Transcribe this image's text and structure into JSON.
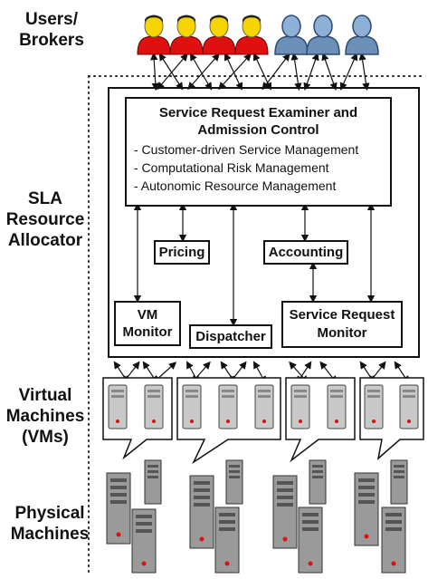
{
  "side_labels": {
    "users": "Users/\nBrokers",
    "sla": "SLA\nResource\nAllocator",
    "vms": "Virtual\nMachines\n(VMs)",
    "physical": "Physical\nMachines"
  },
  "examiner": {
    "title": "Service Request Examiner and\nAdmission Control",
    "items": [
      "- Customer-driven Service Management",
      "- Computational Risk Management",
      "- Autonomic Resource Management"
    ]
  },
  "modules": {
    "pricing": "Pricing",
    "accounting": "Accounting",
    "vm_monitor": "VM\nMonitor",
    "dispatcher": "Dispatcher",
    "service_request_monitor": "Service Request\nMonitor"
  },
  "colors": {
    "user_red": "#e01010",
    "user_head_yellow": "#f5d400",
    "user_blue": "#6c8fb8",
    "user_blue_dark": "#2c4a72"
  }
}
